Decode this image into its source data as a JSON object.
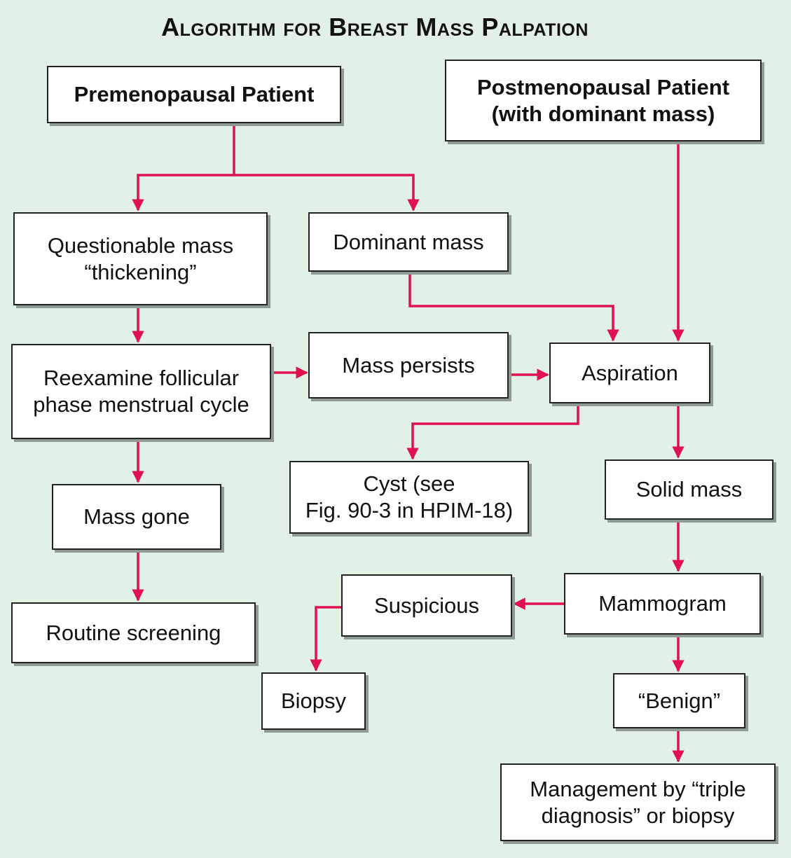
{
  "title": "Algorithm for Breast Mass Palpation",
  "colors": {
    "background": "#e1f1e6",
    "arrow": "#e0114f",
    "box_border": "#222222",
    "shadow": "#8e9a92"
  },
  "nodes": {
    "premenopausal": "Premenopausal Patient",
    "postmenopausal": "Postmenopausal Patient\n(with dominant mass)",
    "questionable": "Questionable mass\n“thickening”",
    "dominant": "Dominant mass",
    "reexamine": "Reexamine follicular\nphase menstrual cycle",
    "mass_persists": "Mass persists",
    "aspiration": "Aspiration",
    "cyst": "Cyst (see\nFig. 90-3 in HPIM-18)",
    "solid_mass": "Solid mass",
    "mass_gone": "Mass gone",
    "mammogram": "Mammogram",
    "suspicious": "Suspicious",
    "routine": "Routine screening",
    "biopsy": "Biopsy",
    "benign": "“Benign”",
    "management": "Management by “triple\ndiagnosis” or biopsy"
  }
}
